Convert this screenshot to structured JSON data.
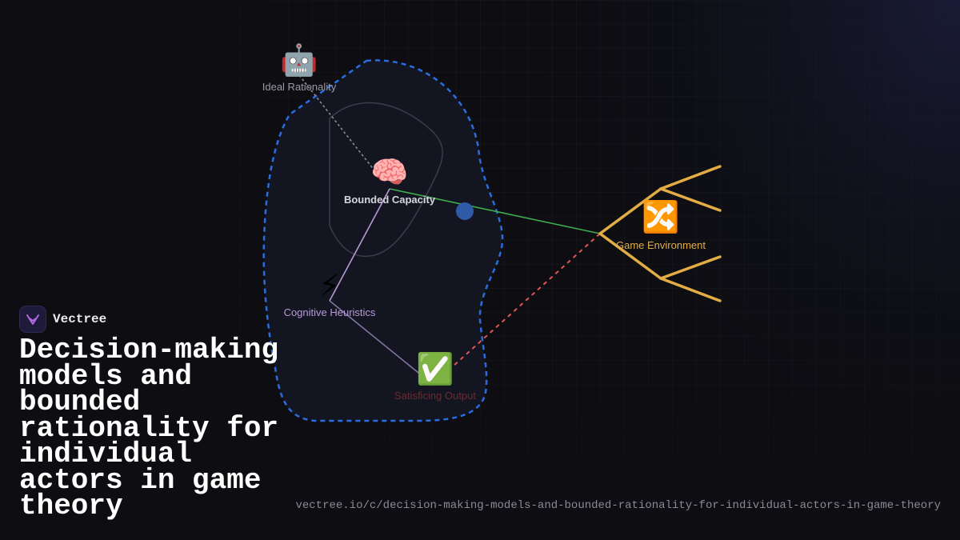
{
  "diagram": {
    "nodes": {
      "ideal": {
        "icon": "robot-icon",
        "glyph": "🤖",
        "label": "Ideal Rationality",
        "color": "#9a9aa6"
      },
      "bounded": {
        "icon": "brain-icon",
        "glyph": "🧠",
        "label": "Bounded Capacity",
        "color": "#d6d6de"
      },
      "heuristics": {
        "icon": "lightning-icon",
        "glyph": "⚡",
        "label": "Cognitive Heuristics",
        "color": "#b79ad8"
      },
      "satisficing": {
        "icon": "check-mark-icon",
        "glyph": "✅",
        "label": "Satisficing Output",
        "color": "#6b2a30"
      },
      "environment": {
        "icon": "shuffle-icon",
        "glyph": "🔀",
        "label": "Game Environment",
        "color": "#e2ad45"
      }
    },
    "colors": {
      "boundary": "#2a6de0",
      "ideal_link": "#8a8a96",
      "bounded_env_link": "#3fae4c",
      "bounded_heuristics_link": "#b79ad8",
      "env_output_link": "#e05555",
      "tree": "#e2ad45",
      "marker": "#2f5aa8"
    }
  },
  "brand": {
    "name": "Vectree",
    "logo_icon": "vectree-logo-icon",
    "logo_color": "#b06ae0"
  },
  "title": "Decision-making models and bounded rationality for individual actors in game theory",
  "url": "vectree.io/c/decision-making-models-and-bounded-rationality-for-individual-actors-in-game-theory"
}
